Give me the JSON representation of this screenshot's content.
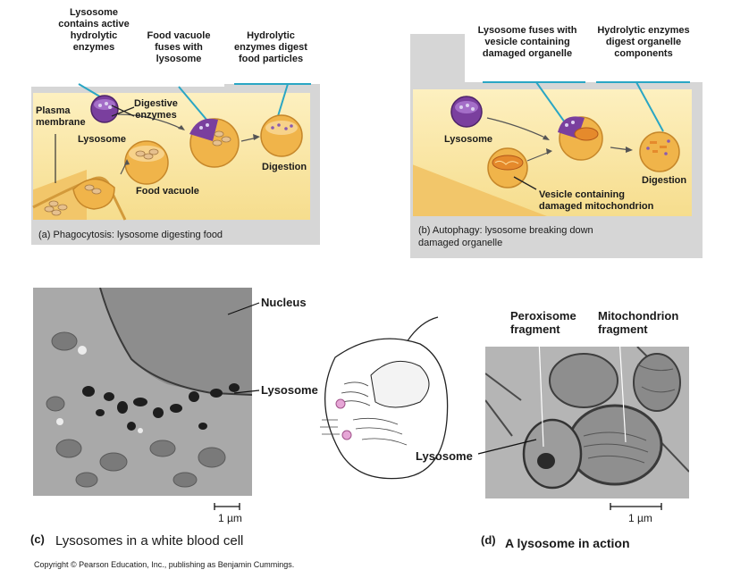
{
  "panel_a": {
    "top_labels": [
      "Lysosome\ncontains active\nhydrolytic\nenzymes",
      "Food vacuole\nfuses with\nlysosome",
      "Hydrolytic\nenzymes digest\nfood particles"
    ],
    "labels": {
      "plasma_membrane": "Plasma\nmembrane",
      "lysosome": "Lysosome",
      "digestive_enzymes": "Digestive\nenzymes",
      "food_vacuole": "Food vacuole",
      "digestion": "Digestion"
    },
    "caption": "(a) Phagocytosis: lysosome digesting food"
  },
  "panel_b": {
    "top_labels": [
      "Lysosome fuses with\nvesicle containing\ndamaged organelle",
      "Hydrolytic enzymes\ndigest organelle\ncomponents"
    ],
    "labels": {
      "lysosome": "Lysosome",
      "vesicle": "Vesicle containing\ndamaged mitochondrion",
      "digestion": "Digestion"
    },
    "caption": "(b) Autophagy: lysosome breaking down\ndamaged organelle"
  },
  "panel_c": {
    "labels": {
      "nucleus": "Nucleus",
      "lysosome": "Lysosome"
    },
    "scale": "1 µm",
    "letter": "(c)",
    "caption": "Lysosomes in a white blood cell"
  },
  "panel_d": {
    "labels": {
      "peroxisome": "Peroxisome\nfragment",
      "mitochondrion": "Mitochondrion\nfragment",
      "lysosome": "Lysosome"
    },
    "scale": "1 µm",
    "letter": "(d)",
    "caption": "A lysosome in action"
  },
  "copyright": "Copyright © Pearson Education, Inc., publishing as Benjamin Cummings.",
  "colors": {
    "panel_gray": "#d6d6d6",
    "cytoplasm": "#fbe9a8",
    "vacuole_orange": "#f0b44a",
    "lysosome_purple": "#7a3f9e",
    "pointer_cyan": "#2aa6c4"
  }
}
